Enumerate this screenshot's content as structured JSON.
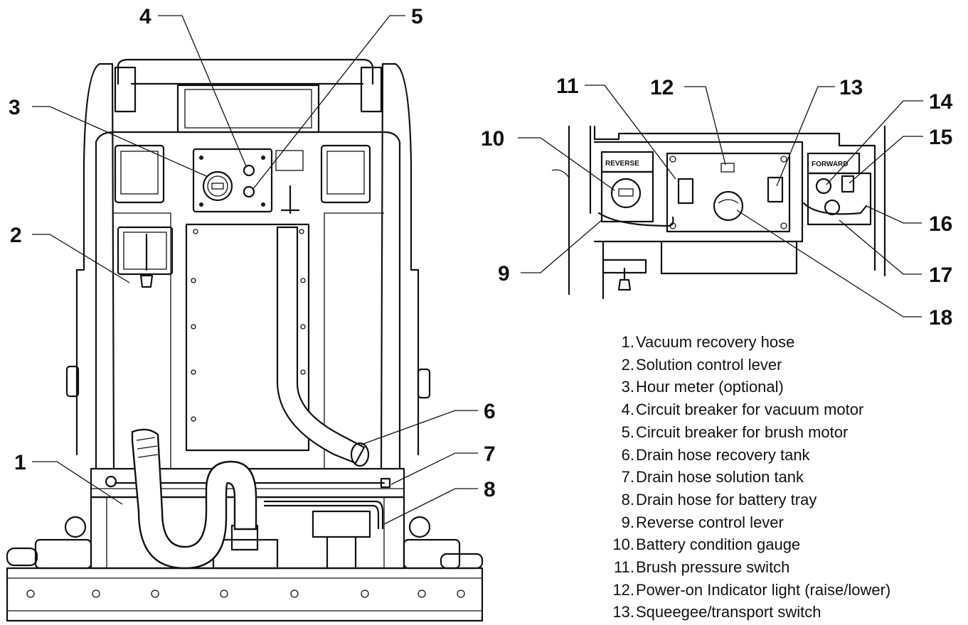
{
  "callouts": [
    "1",
    "2",
    "3",
    "4",
    "5",
    "6",
    "7",
    "8",
    "9",
    "10",
    "11",
    "12",
    "13",
    "14",
    "15",
    "16",
    "17",
    "18"
  ],
  "panel_labels": {
    "reverse": "REVERSE",
    "forward": "FORWARD"
  },
  "legend": [
    {
      "num": "1.",
      "text": "Vacuum recovery hose"
    },
    {
      "num": "2.",
      "text": "Solution control lever"
    },
    {
      "num": "3.",
      "text": "Hour meter (optional)"
    },
    {
      "num": "4.",
      "text": "Circuit breaker for vacuum motor"
    },
    {
      "num": "5.",
      "text": "Circuit breaker for brush motor"
    },
    {
      "num": "6.",
      "text": "Drain hose recovery tank"
    },
    {
      "num": "7.",
      "text": "Drain hose solution tank"
    },
    {
      "num": "8.",
      "text": "Drain hose for battery tray"
    },
    {
      "num": "9.",
      "text": "Reverse control lever"
    },
    {
      "num": "10.",
      "text": "Battery condition gauge"
    },
    {
      "num": "11.",
      "text": "Brush pressure switch"
    },
    {
      "num": "12.",
      "text": "Power-on Indicator light (raise/lower)"
    },
    {
      "num": "13.",
      "text": "Squeegee/transport switch"
    }
  ]
}
